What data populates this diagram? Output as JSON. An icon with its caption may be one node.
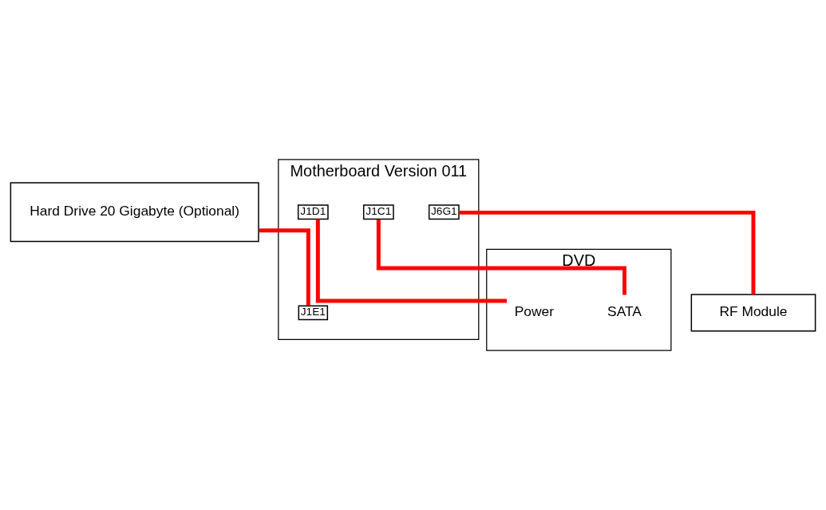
{
  "diagram": {
    "nodes": [
      {
        "text": [
          "Motherboard Version 011"
        ]
      },
      {
        "text": [
          "J1C1"
        ],
        "in": 0
      },
      {
        "text": [
          "J1D1"
        ],
        "in": 0
      },
      {
        "text": [
          "J1E1"
        ],
        "in": 0
      },
      {
        "text": [
          "J6G1"
        ],
        "in": 0
      },
      {
        "text": [
          "Hard Drive 20 Gigabyte (Optional)"
        ]
      },
      {
        "text": [
          "DVD"
        ]
      },
      {
        "text": [
          "Power"
        ],
        "in": 6
      },
      {
        "text": [
          "SATA"
        ],
        "in": 6
      },
      {
        "text": [
          "RF Module"
        ]
      }
    ],
    "edges": [
      {
        "from": 1,
        "to": 8,
        "arrow": "none",
        "color": "#ff0000"
      },
      {
        "from": 2,
        "to": 7,
        "arrow": "none",
        "color": "#ff0000"
      },
      {
        "from": 5,
        "to": 3,
        "arrow": "none",
        "color": "#ff0000"
      },
      {
        "from": 4,
        "to": 9,
        "arrow": "none",
        "color": "#ff0000"
      }
    ]
  }
}
